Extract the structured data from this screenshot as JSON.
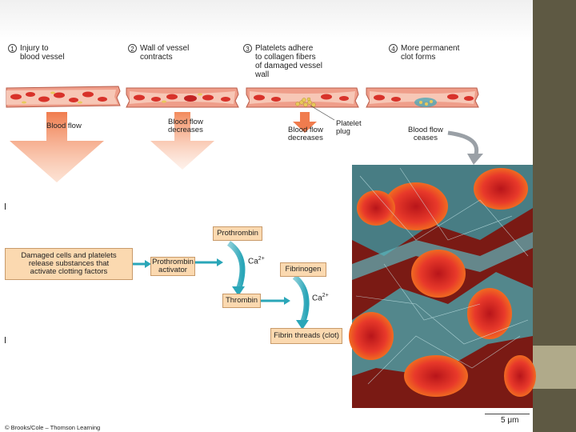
{
  "steps": [
    {
      "num": "1",
      "text": "Injury to\nblood vessel"
    },
    {
      "num": "2",
      "text": "Wall of vessel\ncontracts"
    },
    {
      "num": "3",
      "text": "Platelets adhere\nto collagen fibers\nof damaged vessel\nwall"
    },
    {
      "num": "4",
      "text": "More permanent\nclot forms"
    }
  ],
  "flow_labels": {
    "blood_flow": "Blood flow",
    "decreases_2": "Blood flow\ndecreases",
    "decreases_3": "Blood flow\ndecreases",
    "platelet_plug": "Platelet\nplug",
    "ceases": "Blood flow\nceases"
  },
  "cascade": {
    "damaged": "Damaged cells and platelets\nrelease substances that\nactivate clotting factors",
    "activator": "Prothrombin\nactivator",
    "prothrombin": "Prothrombin",
    "thrombin": "Thrombin",
    "fibrinogen": "Fibrinogen",
    "fibrin": "Fibrin threads (clot)",
    "ca_1": "Ca",
    "ca_2": "Ca",
    "ca_sup": "2+"
  },
  "credit": "© Brooks/Cole – Thomson Learning",
  "scale_bar": "5 μm",
  "colors": {
    "vessel": "#e89a86",
    "rbc": "#d8322a",
    "platelet": "#e8c95a",
    "arrow_orange": "#f07c4e",
    "arrow_teal": "#2aa6b8",
    "box_fill": "#fbd9b0",
    "sidebar": "#5e5943",
    "sidebar_accent": "#b0aa8a"
  },
  "micrograph": {
    "label": "electron micrograph of red blood cells in fibrin mesh"
  }
}
